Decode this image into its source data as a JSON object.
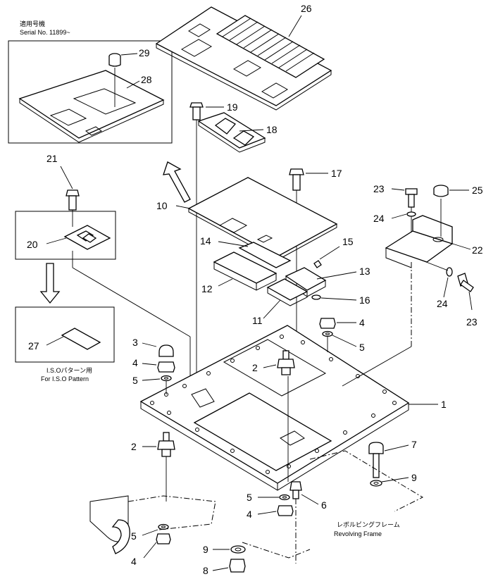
{
  "serial_note": {
    "line1": "適用号機",
    "line2": "Serial No. 11899~"
  },
  "iso_note": {
    "line1": "I.S.Oパターン用",
    "line2": "For I.S.O Pattern"
  },
  "frame_note": {
    "line1": "レボルビングフレーム",
    "line2": "Revolving Frame"
  },
  "callouts": {
    "c1": "1",
    "c2a": "2",
    "c2b": "2",
    "c3": "3",
    "c4a": "4",
    "c4b": "4",
    "c4c": "4",
    "c4d": "4",
    "c5a": "5",
    "c5b": "5",
    "c5c": "5",
    "c5d": "5",
    "c6": "6",
    "c7": "7",
    "c8": "8",
    "c9a": "9",
    "c9b": "9",
    "c10": "10",
    "c11": "11",
    "c12": "12",
    "c13": "13",
    "c14": "14",
    "c15": "15",
    "c16": "16",
    "c17": "17",
    "c18": "18",
    "c19": "19",
    "c20": "20",
    "c21": "21",
    "c22": "22",
    "c23a": "23",
    "c23b": "23",
    "c24a": "24",
    "c24b": "24",
    "c25": "25",
    "c26": "26",
    "c27": "27",
    "c28": "28",
    "c29": "29"
  }
}
